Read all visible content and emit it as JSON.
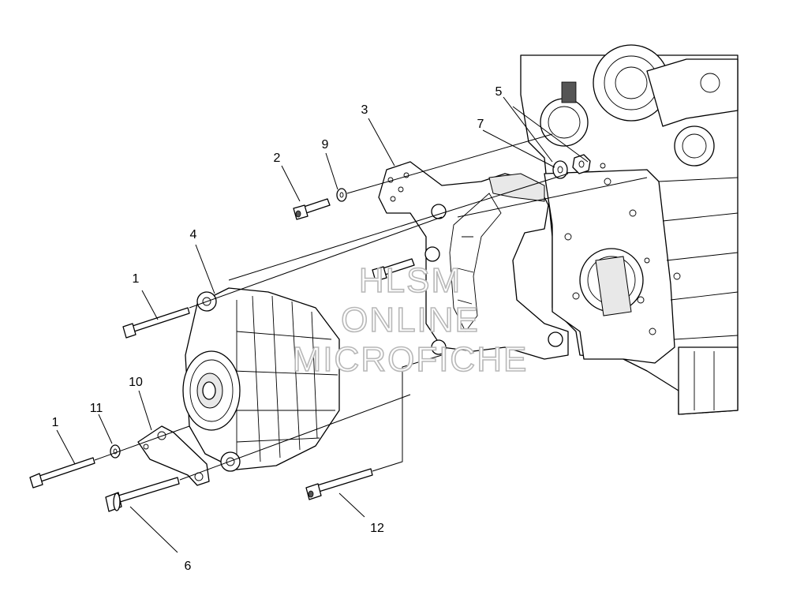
{
  "callouts": [
    {
      "id": "c1a",
      "label": "1"
    },
    {
      "id": "c1b",
      "label": "1"
    },
    {
      "id": "c2",
      "label": "2"
    },
    {
      "id": "c3",
      "label": "3"
    },
    {
      "id": "c4",
      "label": "4"
    },
    {
      "id": "c5",
      "label": "5"
    },
    {
      "id": "c6",
      "label": "6"
    },
    {
      "id": "c7",
      "label": "7"
    },
    {
      "id": "c9",
      "label": "9"
    },
    {
      "id": "c10",
      "label": "10"
    },
    {
      "id": "c11",
      "label": "11"
    },
    {
      "id": "c12",
      "label": "12"
    }
  ],
  "watermark": {
    "line1": "HLSM",
    "line2": "ONLINE",
    "line3": "MICROFICHE"
  }
}
